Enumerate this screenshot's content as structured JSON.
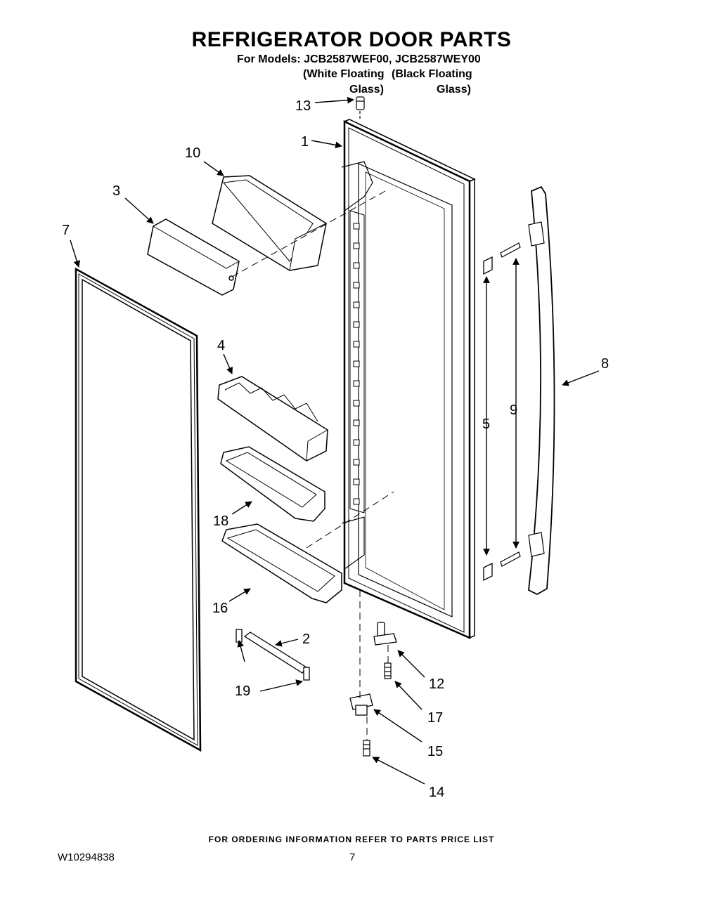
{
  "header": {
    "title": "REFRIGERATOR DOOR PARTS",
    "models": "For Models: JCB2587WEF00, JCB2587WEY00",
    "variant_1_line1": "(White Floating",
    "variant_1_line2": "Glass)",
    "variant_2_line1": "(Black Floating",
    "variant_2_line2": "Glass)"
  },
  "callouts": {
    "c1": "1",
    "c2": "2",
    "c3": "3",
    "c4": "4",
    "c5": "5",
    "c7": "7",
    "c8": "8",
    "c9": "9",
    "c10": "10",
    "c12": "12",
    "c13": "13",
    "c14": "14",
    "c15": "15",
    "c16": "16",
    "c17": "17",
    "c18": "18",
    "c19": "19"
  },
  "footer": {
    "ordering_note": "FOR ORDERING INFORMATION REFER TO PARTS PRICE LIST",
    "document_id": "W10294838",
    "page_number": "7"
  }
}
